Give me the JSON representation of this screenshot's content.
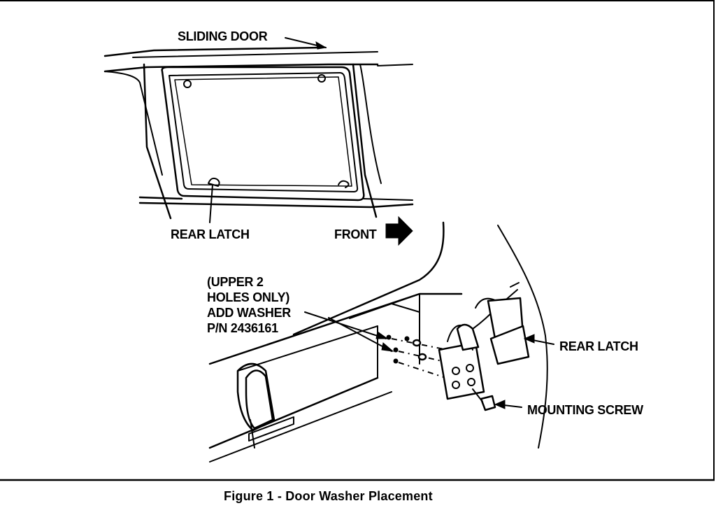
{
  "labels": {
    "sliding_door": "SLIDING DOOR",
    "rear_latch_top": "REAR LATCH",
    "front": "FRONT",
    "washer_note": [
      "(UPPER 2",
      "HOLES ONLY)",
      "ADD WASHER",
      "P/N 2436161"
    ],
    "rear_latch_right": "REAR LATCH",
    "mounting_screw": "MOUNTING SCREW"
  },
  "caption": "Figure 1 - Door Washer Placement"
}
